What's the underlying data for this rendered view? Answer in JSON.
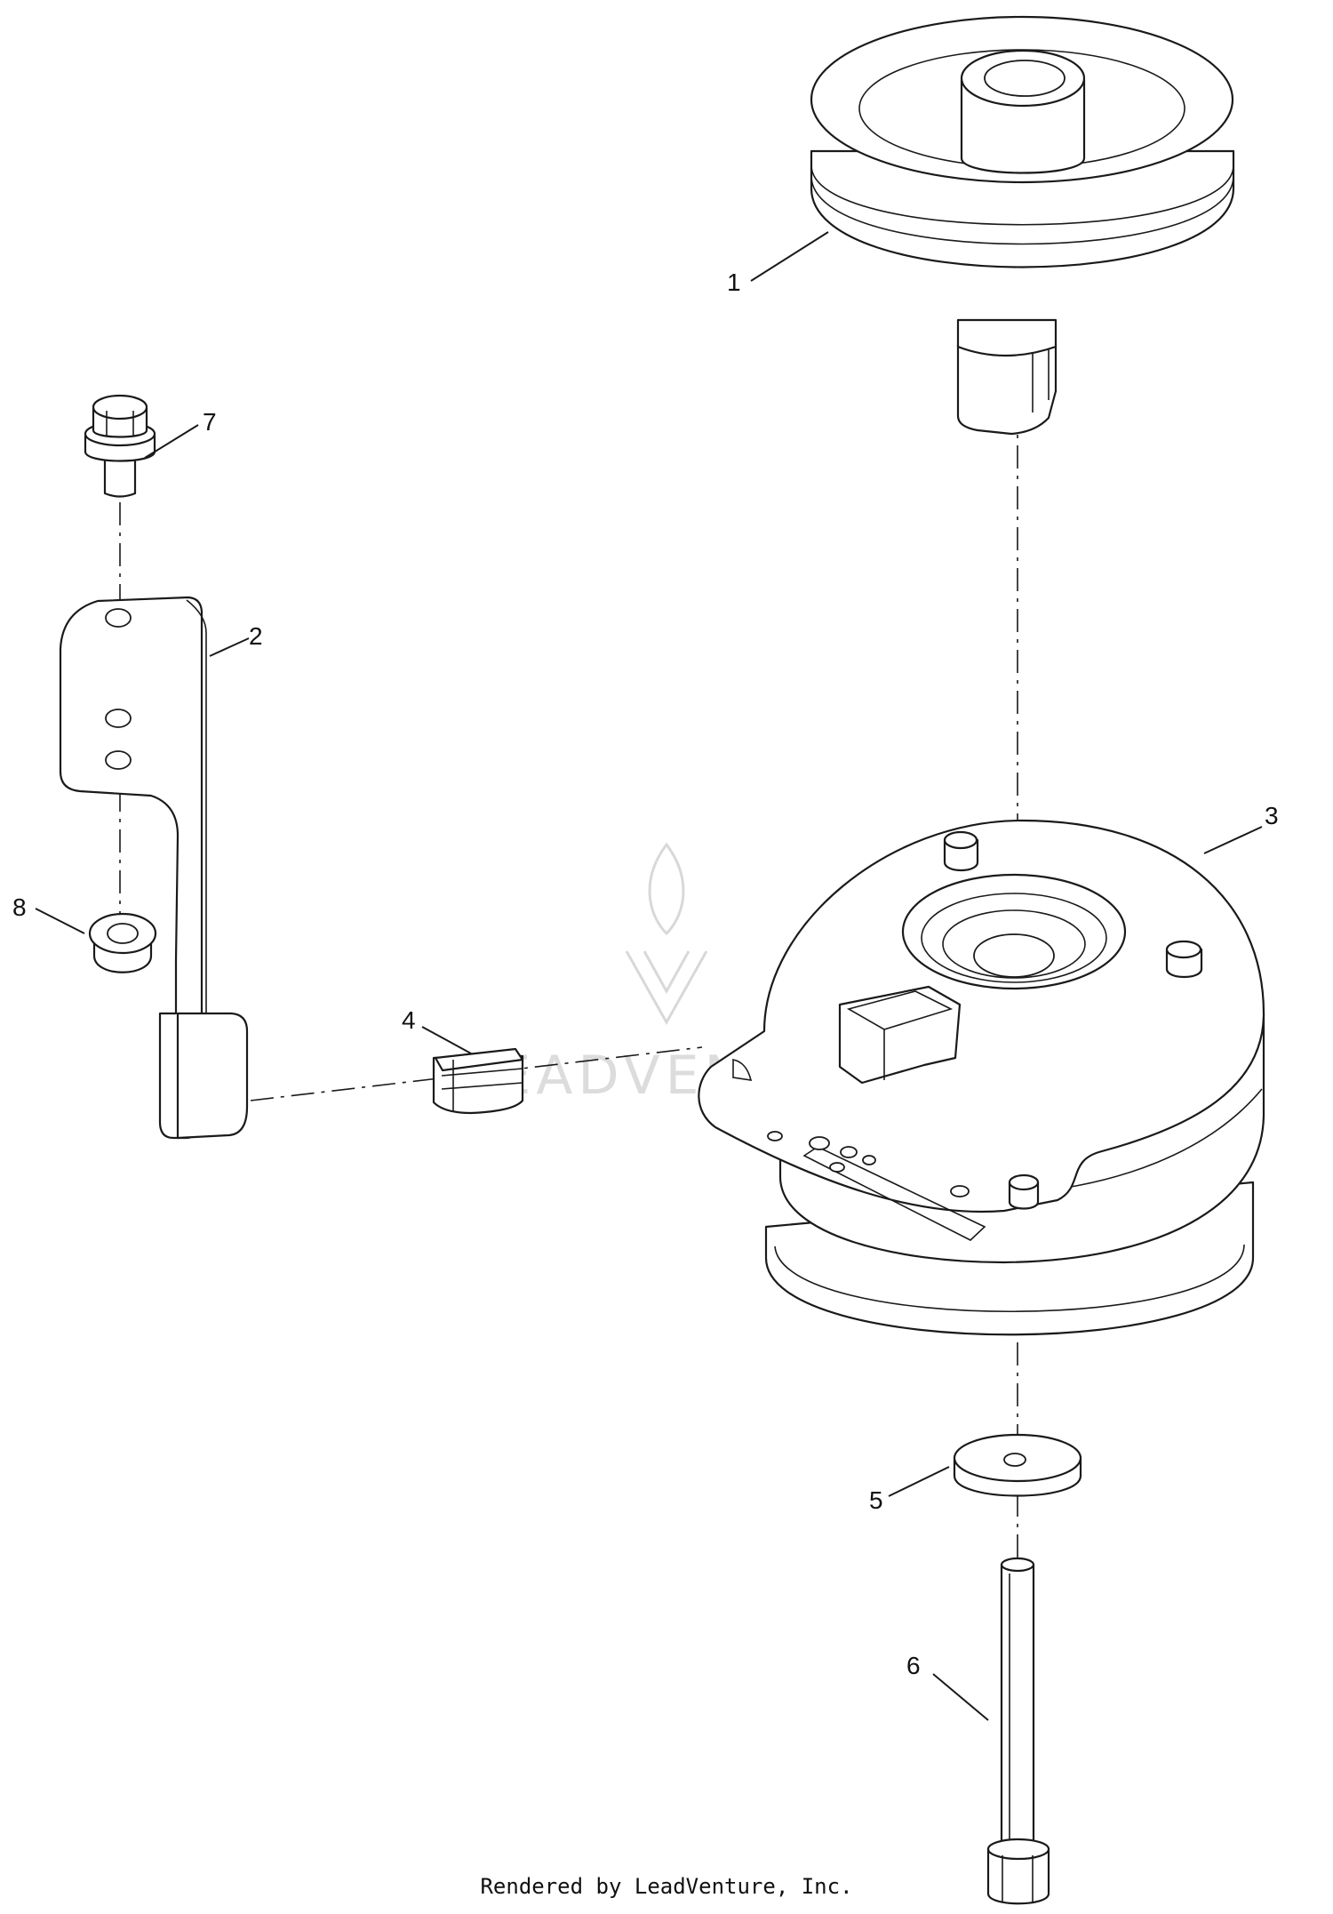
{
  "callouts": [
    {
      "id": "1",
      "label": "1"
    },
    {
      "id": "2",
      "label": "2"
    },
    {
      "id": "3",
      "label": "3"
    },
    {
      "id": "4",
      "label": "4"
    },
    {
      "id": "5",
      "label": "5"
    },
    {
      "id": "6",
      "label": "6"
    },
    {
      "id": "7",
      "label": "7"
    },
    {
      "id": "8",
      "label": "8"
    }
  ],
  "watermark": {
    "text": "LEADVENTURE",
    "icon": "flame-v-logo"
  },
  "footer": {
    "text": "Rendered by LeadVenture, Inc."
  }
}
